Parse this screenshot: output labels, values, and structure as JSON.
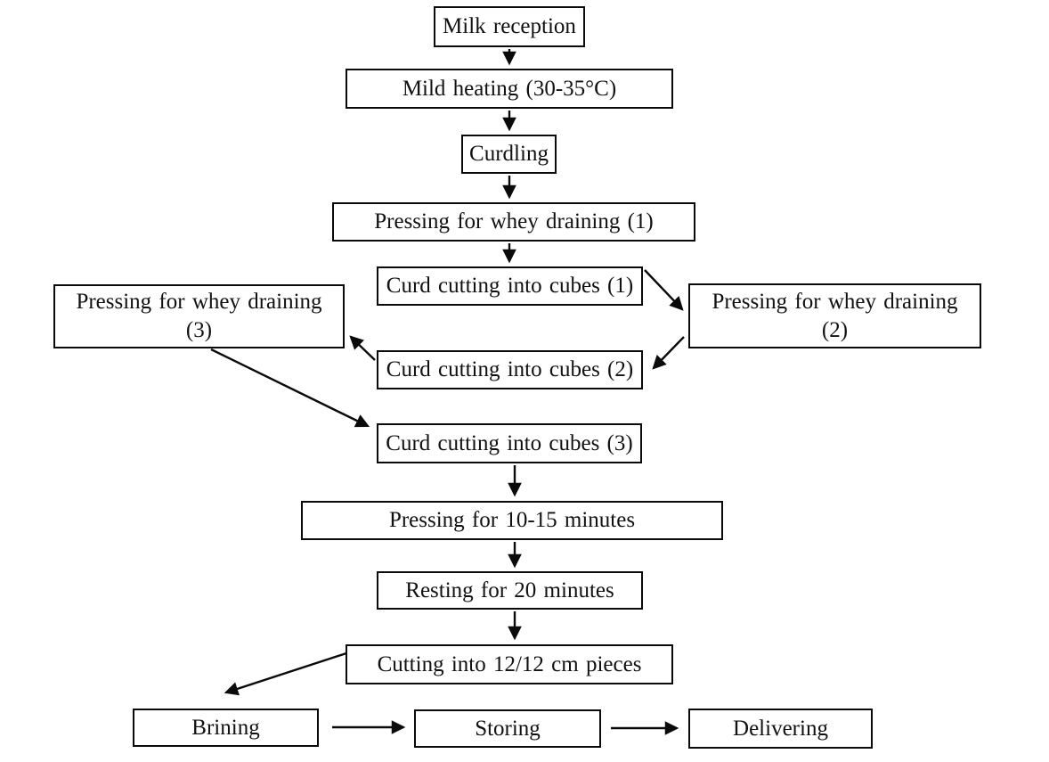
{
  "colors": {
    "background": "#ffffff",
    "line": "#0a0a0a",
    "text": "#111111"
  },
  "nodes": [
    {
      "id": "milk-reception",
      "label": "Milk reception"
    },
    {
      "id": "mild-heating",
      "label": "Mild heating (30-35°C)"
    },
    {
      "id": "curdling",
      "label": "Curdling"
    },
    {
      "id": "pressing-whey-1",
      "label": "Pressing for whey draining (1)"
    },
    {
      "id": "curd-cubes-1",
      "label": "Curd cutting into cubes (1)"
    },
    {
      "id": "pressing-whey-3",
      "label": "Pressing for whey draining",
      "label2": "(3)"
    },
    {
      "id": "pressing-whey-2",
      "label": "Pressing for whey draining",
      "label2": "(2)"
    },
    {
      "id": "curd-cubes-2",
      "label": "Curd cutting into cubes (2)"
    },
    {
      "id": "curd-cubes-3",
      "label": "Curd cutting into cubes (3)"
    },
    {
      "id": "pressing-10-15",
      "label": "Pressing for 10-15 minutes"
    },
    {
      "id": "resting-20",
      "label": "Resting for 20 minutes"
    },
    {
      "id": "cutting-12-12",
      "label": "Cutting into 12/12 cm pieces"
    },
    {
      "id": "brining",
      "label": "Brining"
    },
    {
      "id": "storing",
      "label": "Storing"
    },
    {
      "id": "delivering",
      "label": "Delivering"
    }
  ],
  "edges": [
    {
      "from": "milk-reception",
      "to": "mild-heating"
    },
    {
      "from": "mild-heating",
      "to": "curdling"
    },
    {
      "from": "curdling",
      "to": "pressing-whey-1"
    },
    {
      "from": "pressing-whey-1",
      "to": "curd-cubes-1"
    },
    {
      "from": "curd-cubes-1",
      "to": "pressing-whey-2"
    },
    {
      "from": "pressing-whey-2",
      "to": "curd-cubes-2"
    },
    {
      "from": "curd-cubes-2",
      "to": "pressing-whey-3"
    },
    {
      "from": "pressing-whey-3",
      "to": "curd-cubes-3"
    },
    {
      "from": "curd-cubes-3",
      "to": "pressing-10-15"
    },
    {
      "from": "pressing-10-15",
      "to": "resting-20"
    },
    {
      "from": "resting-20",
      "to": "cutting-12-12"
    },
    {
      "from": "cutting-12-12",
      "to": "brining"
    },
    {
      "from": "brining",
      "to": "storing"
    },
    {
      "from": "storing",
      "to": "delivering"
    }
  ]
}
